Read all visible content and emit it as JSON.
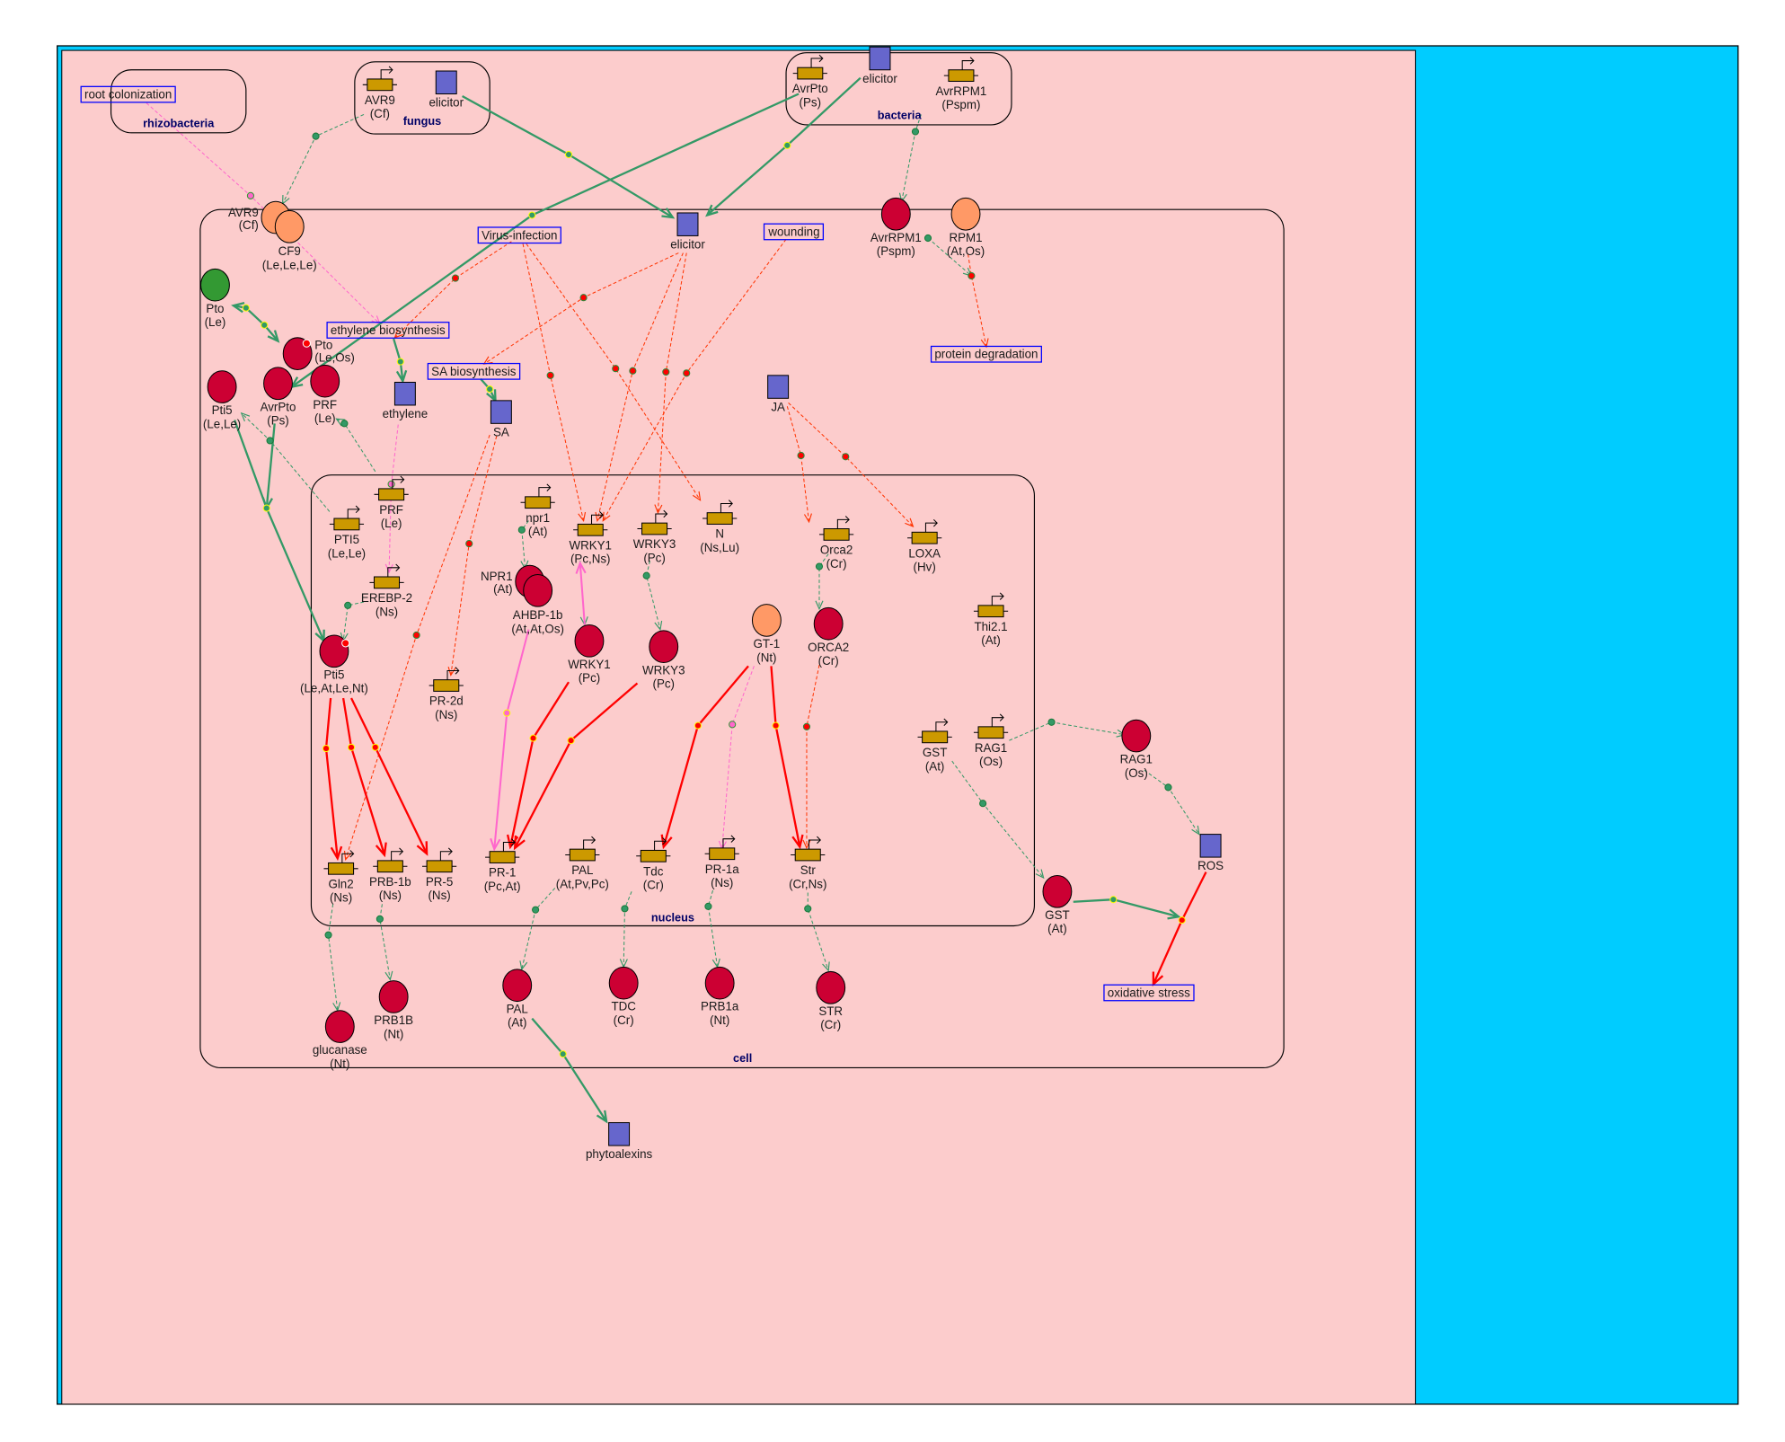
{
  "colors": {
    "outer_background": "#00ccff",
    "canvas": "#fccccc",
    "gene": "#cc9900",
    "protein_red": "#cc0033",
    "protein_orange": "#ff9966",
    "protein_green": "#339933",
    "molecule": "#6666cc",
    "process_border": "#0000ff",
    "activation": "#339966",
    "inhibition": "#ff0000",
    "red_dashed": "#ff3300",
    "pink": "#ff66cc",
    "compartment_label": "#000066"
  },
  "compartments": [
    {
      "id": "rhizobacteria",
      "label": "rhizobacteria"
    },
    {
      "id": "fungus",
      "label": "fungus"
    },
    {
      "id": "bacteria",
      "label": "bacteria"
    },
    {
      "id": "cell",
      "label": "cell"
    },
    {
      "id": "nucleus",
      "label": "nucleus"
    }
  ],
  "processes": [
    {
      "id": "pr_root",
      "label": "root colonization"
    },
    {
      "id": "pr_virus",
      "label": "Virus-infection"
    },
    {
      "id": "pr_wound",
      "label": "wounding"
    },
    {
      "id": "pr_eth",
      "label": "ethylene biosynthesis"
    },
    {
      "id": "pr_sa",
      "label": "SA biosynthesis"
    },
    {
      "id": "pr_protdeg",
      "label": "protein degradation"
    },
    {
      "id": "pr_oxid",
      "label": "oxidative stress"
    }
  ],
  "genes": [
    {
      "id": "g_avr9",
      "name": "AVR9",
      "species": "(Cf)"
    },
    {
      "id": "g_avrpto_b",
      "name": "AvrPto",
      "species": "(Ps)"
    },
    {
      "id": "g_avrrpm1_b",
      "name": "AvrRPM1",
      "species": "(Pspm)"
    },
    {
      "id": "g_prf",
      "name": "PRF",
      "species": "(Le)"
    },
    {
      "id": "g_pti5",
      "name": "PTI5",
      "species": "(Le,Le)"
    },
    {
      "id": "g_npr1",
      "name": "npr1",
      "species": "(At)"
    },
    {
      "id": "g_wrky1",
      "name": "WRKY1",
      "species": "(Pc,Ns)"
    },
    {
      "id": "g_wrky3",
      "name": "WRKY3",
      "species": "(Pc)"
    },
    {
      "id": "g_n",
      "name": "N",
      "species": "(Ns,Lu)"
    },
    {
      "id": "g_orca2",
      "name": "Orca2",
      "species": "(Cr)"
    },
    {
      "id": "g_loxa",
      "name": "LOXA",
      "species": "(Hv)"
    },
    {
      "id": "g_erebp2",
      "name": "EREBP-2",
      "species": "(Ns)"
    },
    {
      "id": "g_thi21",
      "name": "Thi2.1",
      "species": "(At)"
    },
    {
      "id": "g_pr2d",
      "name": "PR-2d",
      "species": "(Ns)"
    },
    {
      "id": "g_gst",
      "name": "GST",
      "species": "(At)"
    },
    {
      "id": "g_rag1",
      "name": "RAG1",
      "species": "(Os)"
    },
    {
      "id": "g_gln2",
      "name": "Gln2",
      "species": "(Ns)"
    },
    {
      "id": "g_prb1b",
      "name": "PRB-1b",
      "species": "(Ns)"
    },
    {
      "id": "g_pr5",
      "name": "PR-5",
      "species": "(Ns)"
    },
    {
      "id": "g_pr1",
      "name": "PR-1",
      "species": "(Pc,At)"
    },
    {
      "id": "g_pal",
      "name": "PAL",
      "species": "(At,Pv,Pc)"
    },
    {
      "id": "g_tdc",
      "name": "Tdc",
      "species": "(Cr)"
    },
    {
      "id": "g_pr1a",
      "name": "PR-1a",
      "species": "(Ns)"
    },
    {
      "id": "g_str",
      "name": "Str",
      "species": "(Cr,Ns)"
    }
  ],
  "proteins": [
    {
      "id": "p_avr9",
      "name": "AVR9",
      "species": "(Cf)",
      "color": "orange"
    },
    {
      "id": "p_cf9",
      "name": "CF9",
      "species": "(Le,Le,Le)",
      "color": "orange"
    },
    {
      "id": "p_avrrpm1",
      "name": "AvrRPM1",
      "species": "(Pspm)",
      "color": "red"
    },
    {
      "id": "p_rpm1",
      "name": "RPM1",
      "species": "(At,Os)",
      "color": "orange"
    },
    {
      "id": "p_pto",
      "name": "Pto",
      "species": "(Le)",
      "color": "green"
    },
    {
      "id": "p_ptoleos",
      "name": "Pto",
      "species": "(Le,Os)",
      "color": "red"
    },
    {
      "id": "p_pti5lele",
      "name": "Pti5",
      "species": "(Le,Le)",
      "color": "red"
    },
    {
      "id": "p_avrpto",
      "name": "AvrPto",
      "species": "(Ps)",
      "color": "red"
    },
    {
      "id": "p_prf",
      "name": "PRF",
      "species": "(Le)",
      "color": "red"
    },
    {
      "id": "p_npr1",
      "name": "NPR1",
      "species": "(At)",
      "color": "red"
    },
    {
      "id": "p_ahbp",
      "name": "AHBP-1b",
      "species": "(At,At,Os)",
      "color": "red"
    },
    {
      "id": "p_pti5",
      "name": "Pti5",
      "species": "(Le,At,Le,Nt)",
      "color": "red"
    },
    {
      "id": "p_wrky1",
      "name": "WRKY1",
      "species": "(Pc)",
      "color": "red"
    },
    {
      "id": "p_wrky3",
      "name": "WRKY3",
      "species": "(Pc)",
      "color": "red"
    },
    {
      "id": "p_gt1",
      "name": "GT-1",
      "species": "(Nt)",
      "color": "orange"
    },
    {
      "id": "p_orca2",
      "name": "ORCA2",
      "species": "(Cr)",
      "color": "red"
    },
    {
      "id": "p_rag1",
      "name": "RAG1",
      "species": "(Os)",
      "color": "red"
    },
    {
      "id": "p_gst",
      "name": "GST",
      "species": "(At)",
      "color": "red"
    },
    {
      "id": "p_glucanase",
      "name": "glucanase",
      "species": "(Nt)",
      "color": "red"
    },
    {
      "id": "p_prb1b",
      "name": "PRB1B",
      "species": "(Nt)",
      "color": "red"
    },
    {
      "id": "p_pal",
      "name": "PAL",
      "species": "(At)",
      "color": "red"
    },
    {
      "id": "p_tdc",
      "name": "TDC",
      "species": "(Cr)",
      "color": "red"
    },
    {
      "id": "p_prb1a",
      "name": "PRB1a",
      "species": "(Nt)",
      "color": "red"
    },
    {
      "id": "p_str",
      "name": "STR",
      "species": "(Cr)",
      "color": "red"
    }
  ],
  "molecules": [
    {
      "id": "m_elic_f",
      "label": "elicitor"
    },
    {
      "id": "m_elic_b",
      "label": "elicitor"
    },
    {
      "id": "m_elic_c",
      "label": "elicitor"
    },
    {
      "id": "m_ethylene",
      "label": "ethylene"
    },
    {
      "id": "m_sa",
      "label": "SA"
    },
    {
      "id": "m_ja",
      "label": "JA"
    },
    {
      "id": "m_ros",
      "label": "ROS"
    },
    {
      "id": "m_phyto",
      "label": "phytoalexins"
    }
  ],
  "edges": [
    {
      "from": "root colonization",
      "to": "ethylene biosynthesis",
      "kind": "pink-dashed"
    },
    {
      "from": "AVR9 gene",
      "to": "AVR9 protein",
      "kind": "expression"
    },
    {
      "from": "elicitor (fungus)",
      "to": "elicitor (cell)",
      "kind": "activation"
    },
    {
      "from": "AvrPto gene",
      "to": "AvrPto protein",
      "kind": "activation"
    },
    {
      "from": "elicitor (bacteria)",
      "to": "elicitor (cell)",
      "kind": "activation"
    },
    {
      "from": "AvrRPM1 gene",
      "to": "AvrRPM1 protein",
      "kind": "expression"
    },
    {
      "from": "AvrRPM1 protein",
      "to": "protein degradation",
      "kind": "expression"
    },
    {
      "from": "RPM1",
      "to": "protein degradation",
      "kind": "red-dashed"
    },
    {
      "from": "Virus-infection",
      "to": "ethylene biosynthesis",
      "kind": "red-dashed"
    },
    {
      "from": "Virus-infection",
      "to": "WRKY1 gene",
      "kind": "red-dashed"
    },
    {
      "from": "Virus-infection",
      "to": "N gene",
      "kind": "red-dashed"
    },
    {
      "from": "elicitor (cell)",
      "to": "SA biosynthesis",
      "kind": "red-dashed"
    },
    {
      "from": "elicitor (cell)",
      "to": "WRKY1 gene",
      "kind": "red-dashed"
    },
    {
      "from": "elicitor (cell)",
      "to": "WRKY3 gene",
      "kind": "red-dashed"
    },
    {
      "from": "wounding",
      "to": "WRKY1 gene",
      "kind": "red-dashed"
    },
    {
      "from": "Pto (Le)",
      "to": "Pto (Le,Os)",
      "kind": "activation"
    },
    {
      "from": "ethylene biosynthesis",
      "to": "ethylene",
      "kind": "activation"
    },
    {
      "from": "SA biosynthesis",
      "to": "SA",
      "kind": "activation"
    },
    {
      "from": "AvrPto protein",
      "to": "Pti5 protein",
      "kind": "activation"
    },
    {
      "from": "Pti5 (Le,Le)",
      "to": "Pti5 protein",
      "kind": "activation"
    },
    {
      "from": "PTI5 gene",
      "to": "Pti5 (Le,Le)",
      "kind": "expression"
    },
    {
      "from": "PRF gene",
      "to": "PRF protein",
      "kind": "expression"
    },
    {
      "from": "ethylene",
      "to": "EREBP-2 gene",
      "kind": "pink-dashed"
    },
    {
      "from": "EREBP-2 gene",
      "to": "Pti5 protein",
      "kind": "expression"
    },
    {
      "from": "SA",
      "to": "Gln2 gene",
      "kind": "red-dashed"
    },
    {
      "from": "SA",
      "to": "PR-2d gene",
      "kind": "red-dashed"
    },
    {
      "from": "npr1 gene",
      "to": "NPR1 protein",
      "kind": "expression"
    },
    {
      "from": "AHBP-1b",
      "to": "PR-1 gene",
      "kind": "pink-solid"
    },
    {
      "from": "WRKY1 gene",
      "to": "WRKY1 protein",
      "kind": "expression"
    },
    {
      "from": "WRKY1 protein",
      "to": "WRKY1 gene",
      "kind": "pink-solid"
    },
    {
      "from": "WRKY3 gene",
      "to": "WRKY3 protein",
      "kind": "expression"
    },
    {
      "from": "WRKY1 protein",
      "to": "PR-1 gene",
      "kind": "inhibition"
    },
    {
      "from": "WRKY3 protein",
      "to": "PR-1 gene",
      "kind": "inhibition"
    },
    {
      "from": "Pti5 protein",
      "to": "Gln2 gene",
      "kind": "inhibition"
    },
    {
      "from": "Pti5 protein",
      "to": "PRB-1b gene",
      "kind": "inhibition"
    },
    {
      "from": "Pti5 protein",
      "to": "PR-5 gene",
      "kind": "inhibition"
    },
    {
      "from": "GT-1",
      "to": "Tdc gene",
      "kind": "inhibition"
    },
    {
      "from": "GT-1",
      "to": "PR-1a gene",
      "kind": "pink-dashed"
    },
    {
      "from": "GT-1",
      "to": "Str gene",
      "kind": "inhibition"
    },
    {
      "from": "ORCA2",
      "to": "Str gene",
      "kind": "red-dashed"
    },
    {
      "from": "Orca2 gene",
      "to": "ORCA2",
      "kind": "expression"
    },
    {
      "from": "JA",
      "to": "Orca2 gene",
      "kind": "red-dashed"
    },
    {
      "from": "JA",
      "to": "LOXA gene",
      "kind": "red-dashed"
    },
    {
      "from": "Gln2 gene",
      "to": "glucanase",
      "kind": "expression"
    },
    {
      "from": "PRB-1b gene",
      "to": "PRB1B",
      "kind": "expression"
    },
    {
      "from": "PAL gene",
      "to": "PAL protein",
      "kind": "expression"
    },
    {
      "from": "Tdc gene",
      "to": "TDC",
      "kind": "expression"
    },
    {
      "from": "PR-1a gene",
      "to": "PRB1a",
      "kind": "expression"
    },
    {
      "from": "Str gene",
      "to": "STR",
      "kind": "expression"
    },
    {
      "from": "RAG1 gene",
      "to": "RAG1 protein",
      "kind": "expression"
    },
    {
      "from": "GST gene",
      "to": "GST protein",
      "kind": "expression"
    },
    {
      "from": "RAG1 protein",
      "to": "ROS",
      "kind": "expression"
    },
    {
      "from": "GST protein",
      "to": "oxidative stress",
      "kind": "activation"
    },
    {
      "from": "ROS",
      "to": "oxidative stress",
      "kind": "inhibition"
    },
    {
      "from": "PAL protein",
      "to": "phytoalexins",
      "kind": "activation"
    }
  ]
}
